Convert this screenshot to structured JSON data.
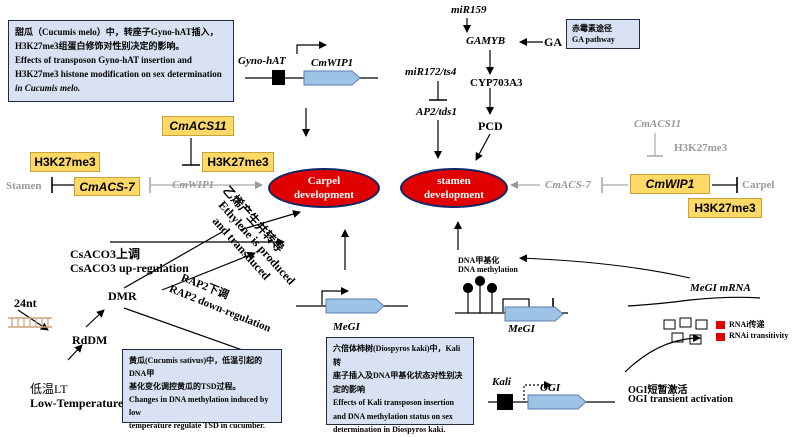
{
  "box_melon": {
    "line1": "甜瓜（Cucumis melo）中，转座子Gyno-hAT插入，",
    "line2": "H3K27me3组蛋白修饰对性别决定的影响。",
    "line3": "Effects of transposon Gyno-hAT insertion and",
    "line4": "H3K27me3  histone modification on sex determination",
    "line5": "in Cucumis melo."
  },
  "box_cucumber": {
    "line1": "黄瓜(Cucumis sativus)中，低温引起的DNA甲",
    "line2": "基化变化调控黄瓜的TSD过程。",
    "line3": "Changes in DNA  methylation induced by low",
    "line4": "temperature regulate TSD in cucumber."
  },
  "box_persimmon": {
    "line1": "六倍体柿树(Diospyros kaki)中，Kali转",
    "line2": "座子插入及DNA甲基化状态对性别决",
    "line3": "定的影响",
    "line4": "Effects of Kali transposon insertion",
    "line5": "and DNA methylation status on sex",
    "line6": "determination in Diospyros kaki."
  },
  "box_ga": {
    "line1": "赤霉素途径",
    "line2": "GA pathway"
  },
  "genes": {
    "gyno_hat": "Gyno-hAT",
    "cmwip1_top": "CmWIP1",
    "cmacs11_left": "CmACS11",
    "cmacs11_right": "CmACS11",
    "cmacs7_left": "CmACS-7",
    "cmwip1_left": "CmWIP1",
    "cmacs7_right": "CmACS-7",
    "cmwip1_right": "CmWIP1",
    "megi_left": "MeGI",
    "megi_mid": "MeGI",
    "megi_mrna": "MeGI mRNA",
    "kali": "Kali",
    "ogi": "OGI",
    "mir159": "miR159",
    "gamyb": "GAMYB",
    "ga": "GA",
    "cyp": "CYP703A3",
    "pcd": "PCD",
    "mir172": "miR172/ts4",
    "ap2": "AP2/tds1"
  },
  "marks": {
    "h3k_left_1": "H3K27me3",
    "h3k_left_2": "H3K27me3",
    "h3k_right_grey": "H3K27me3",
    "h3k_right": "H3K27me3"
  },
  "organs": {
    "stamen_left": "Stamen",
    "carpel_right": "Carpel",
    "carpel_line1": "Carpel",
    "carpel_line2": "development",
    "stamen_line1": "stamen",
    "stamen_line2": "development"
  },
  "labels": {
    "ethylene_cn": "乙烯产生并转导",
    "ethylene_en1": "Ethylene is produced",
    "ethylene_en2": "and transduced",
    "csaco3_cn": "CsACO3上调",
    "csaco3_en": "CsACO3 up-regulation",
    "rap2_cn": "RAP2下调",
    "rap2_en": "RAP2 down-regulation",
    "dmr": "DMR",
    "rddm": "RdDM",
    "nt24": "24nt",
    "lt_cn": "低温LT",
    "lt_en": "Low-Temperature",
    "dna_meth_cn": "DNA甲基化",
    "dna_meth_en": "DNA methylation",
    "rnai_cn": "RNAi传递",
    "rnai_en": "RNAi transitivity",
    "ogi_short_cn": "OGI短暂激活",
    "ogi_short_en": "OGI  transient  activation"
  },
  "colors": {
    "infobox_fill": "#d9e2f3",
    "highlight_fill": "#ffd966",
    "ellipse_fill": "#e00000",
    "gene_arrow_fill": "#9dc3e6",
    "rnai_red": "#e00000"
  }
}
